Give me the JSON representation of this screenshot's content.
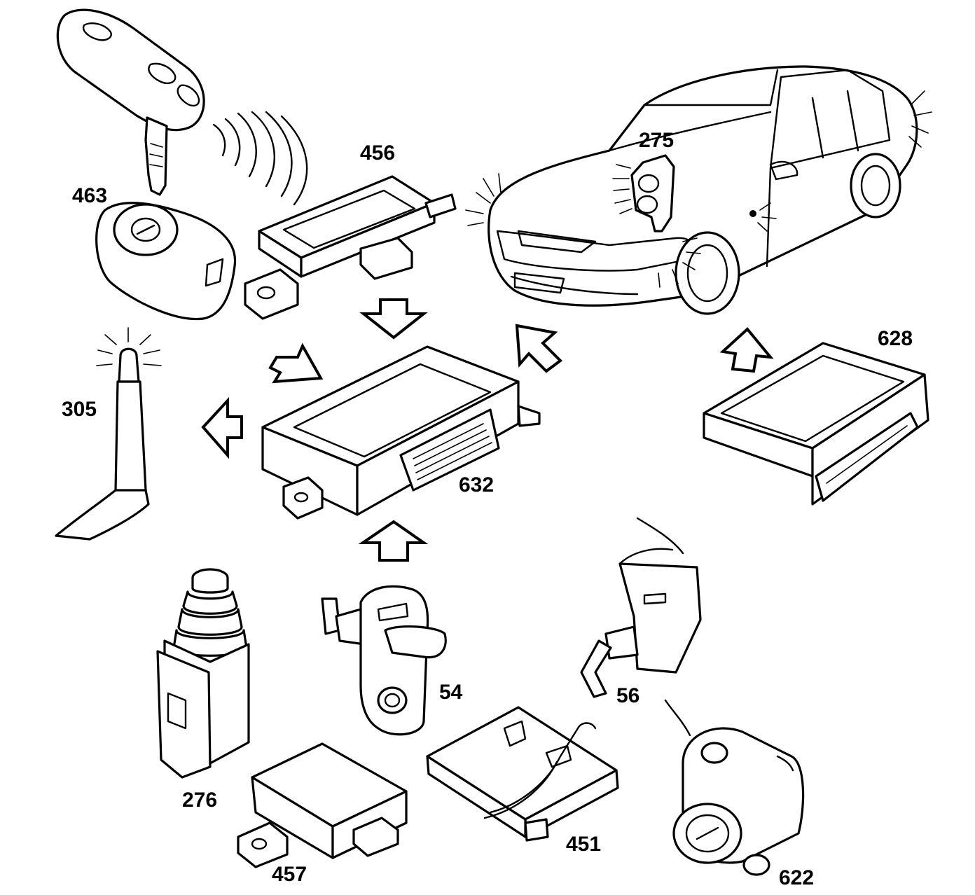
{
  "colors": {
    "line": "#000000",
    "background": "#ffffff"
  },
  "diagram": {
    "components": [
      {
        "id": "463",
        "label": "463"
      },
      {
        "id": "456",
        "label": "456"
      },
      {
        "id": "275",
        "label": "275"
      },
      {
        "id": "305",
        "label": "305"
      },
      {
        "id": "632",
        "label": "632"
      },
      {
        "id": "628",
        "label": "628"
      },
      {
        "id": "276",
        "label": "276"
      },
      {
        "id": "54",
        "label": "54"
      },
      {
        "id": "56",
        "label": "56"
      },
      {
        "id": "457",
        "label": "457"
      },
      {
        "id": "451",
        "label": "451"
      },
      {
        "id": "622",
        "label": "622"
      }
    ],
    "signal_arrows": [
      {
        "from": "456",
        "to": "632"
      },
      {
        "from": "463",
        "to": "632"
      },
      {
        "from": "632",
        "to": "305"
      },
      {
        "from": "632",
        "to": "vehicle"
      },
      {
        "from": "628",
        "to": "vehicle"
      },
      {
        "from": "54",
        "to": "632"
      }
    ]
  }
}
